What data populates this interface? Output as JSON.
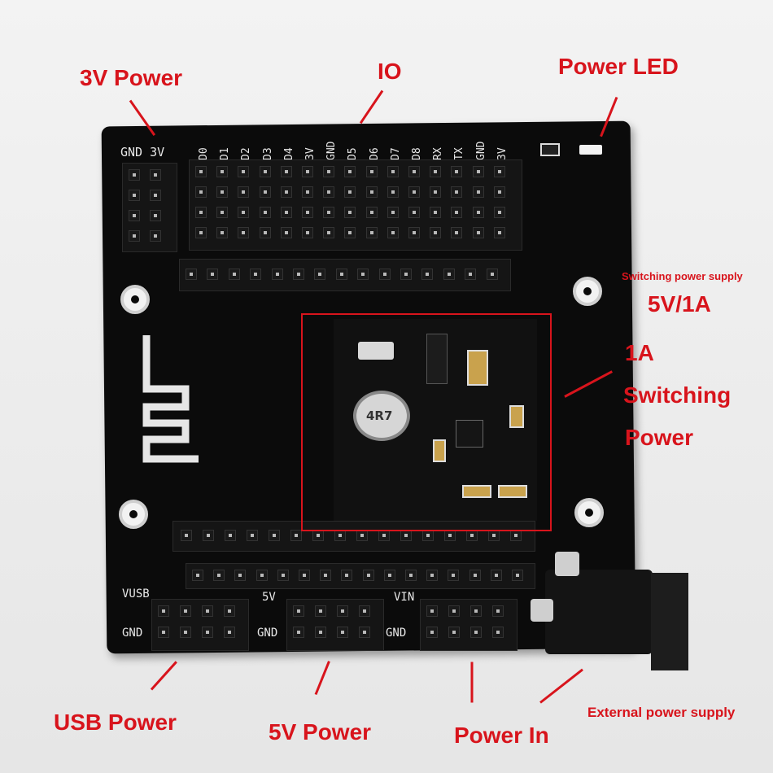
{
  "callouts": {
    "v3_power": "3V Power",
    "io": "IO",
    "power_led": "Power LED",
    "switching_supply_small": "Switching power supply",
    "switching_supply_rating": "5V/1A",
    "switching_power_1": "1A",
    "switching_power_2": "Switching",
    "switching_power_3": "Power",
    "usb_power": "USB Power",
    "v5_power": "5V Power",
    "power_in": "Power In",
    "external_power_supply": "External power supply"
  },
  "silkscreen": {
    "top_left": "GND 3V",
    "io_pins": [
      "D0",
      "D1",
      "D2",
      "D3",
      "D4",
      "3V",
      "GND",
      "D5",
      "D6",
      "D7",
      "D8",
      "RX",
      "TX",
      "GND",
      "3V"
    ],
    "bottom_labels": {
      "vusb": "VUSB",
      "gnd1": "GND",
      "v5": "5V",
      "gnd2": "GND",
      "vin": "VIN",
      "gnd3": "GND"
    },
    "inductor": "4R7"
  },
  "colors": {
    "callout_red": "#d8141c",
    "board_black": "#0b0b0b",
    "silk_white": "#e8e8e8"
  }
}
